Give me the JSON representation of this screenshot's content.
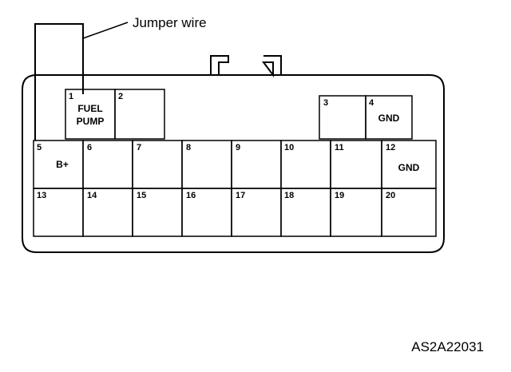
{
  "callout": {
    "jumper_label": "Jumper wire"
  },
  "figure_code": "AS2A22031",
  "pins": [
    {
      "num": "1",
      "label": [
        "FUEL",
        "PUMP"
      ]
    },
    {
      "num": "2",
      "label": []
    },
    {
      "num": "3",
      "label": []
    },
    {
      "num": "4",
      "label": [
        "GND"
      ]
    },
    {
      "num": "5",
      "label": [
        "B+"
      ]
    },
    {
      "num": "6",
      "label": []
    },
    {
      "num": "7",
      "label": []
    },
    {
      "num": "8",
      "label": []
    },
    {
      "num": "9",
      "label": []
    },
    {
      "num": "10",
      "label": []
    },
    {
      "num": "11",
      "label": []
    },
    {
      "num": "12",
      "label": [
        "GND"
      ]
    },
    {
      "num": "13",
      "label": []
    },
    {
      "num": "14",
      "label": []
    },
    {
      "num": "15",
      "label": []
    },
    {
      "num": "16",
      "label": []
    },
    {
      "num": "17",
      "label": []
    },
    {
      "num": "18",
      "label": []
    },
    {
      "num": "19",
      "label": []
    },
    {
      "num": "20",
      "label": []
    }
  ]
}
